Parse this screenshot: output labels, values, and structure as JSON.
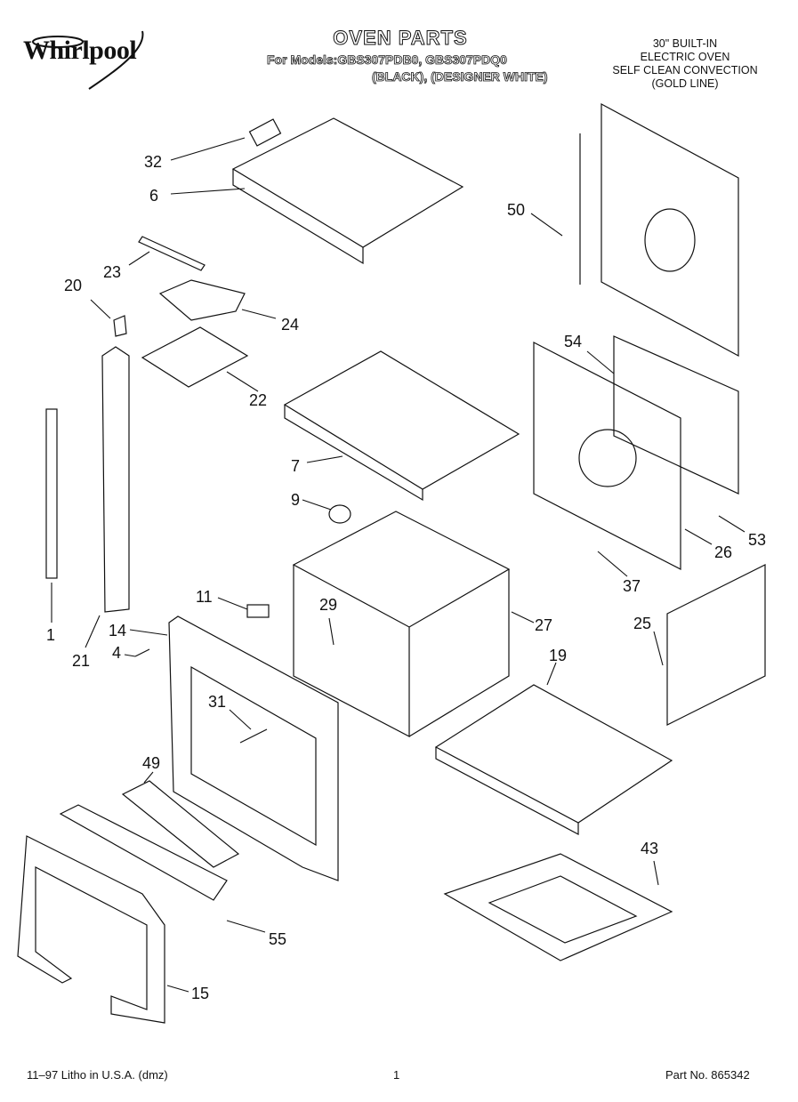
{
  "header": {
    "brand": "Whirlpool",
    "title": "OVEN PARTS",
    "models_line1": "For Models:GBS307PDB0, GBS307PDQ0",
    "models_line2": "(BLACK), (DESIGNER WHITE)",
    "product_info": [
      "30\" BUILT-IN",
      "ELECTRIC OVEN",
      "SELF CLEAN CONVECTION",
      "(GOLD LINE)"
    ]
  },
  "callouts": [
    "32",
    "6",
    "50",
    "23",
    "20",
    "24",
    "54",
    "22",
    "7",
    "9",
    "53",
    "26",
    "37",
    "11",
    "29",
    "27",
    "1",
    "14",
    "4",
    "21",
    "25",
    "19",
    "31",
    "49",
    "43",
    "55",
    "15"
  ],
  "footer": {
    "litho": "11–97 Litho in U.S.A. (dmz)",
    "page": "1",
    "part_no": "Part No. 865342"
  },
  "colors": {
    "ink": "#111111",
    "paper": "#ffffff"
  }
}
